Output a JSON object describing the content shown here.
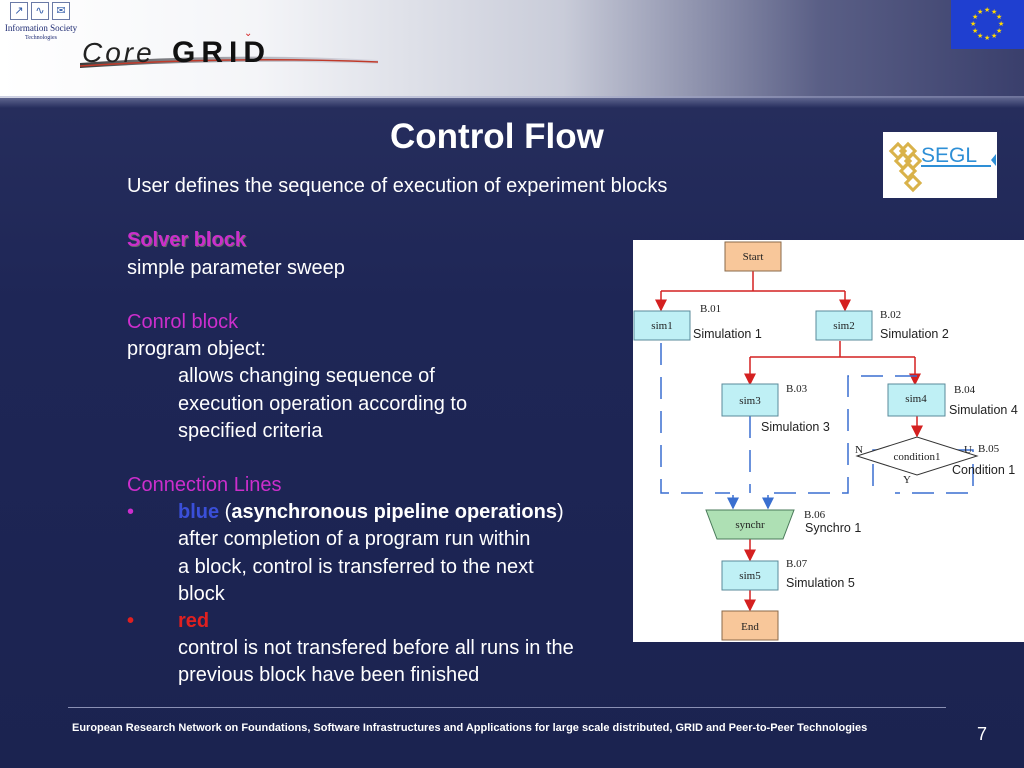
{
  "header": {
    "ist_logo_text": "Information Society",
    "ist_logo_sub": "Technologies",
    "coregrid_logo": "CoreGRID"
  },
  "slide": {
    "title": "Control Flow",
    "segl_logo": "SEGL",
    "intro": "User defines the sequence of execution of experiment blocks",
    "solver_heading": "Solver block",
    "solver_desc": "simple parameter sweep",
    "control_heading": "Conrol block",
    "control_desc": "program object:",
    "control_lines": [
      "allows changing sequence of",
      "execution operation according to",
      "specified criteria"
    ],
    "connection_heading": "Connection Lines",
    "bullet_char": "•",
    "blue_label": "blue",
    "blue_paren_open": " (",
    "blue_desc_bold": "asynchronous pipeline operations",
    "blue_paren_close": ")",
    "blue_lines": [
      "after completion of a program run within",
      "a block, control is transferred to the next",
      "block"
    ],
    "red_label": "red",
    "red_lines": [
      "control is not transfered before all runs in the",
      "previous block have been finished"
    ]
  },
  "diagram": {
    "start": "Start",
    "end": "End",
    "sim1": "sim1",
    "b01": "B.01",
    "sim1_label": "Simulation 1",
    "sim2": "sim2",
    "b02": "B.02",
    "sim2_label": "Simulation 2",
    "sim3": "sim3",
    "b03": "B.03",
    "sim3_label": "Simulation 3",
    "sim4": "sim4",
    "b04": "B.04",
    "sim4_label": "Simulation 4",
    "cond": "condition1",
    "b05": "B.05",
    "cond_label": "Condition 1",
    "cond_n": "N",
    "cond_u": "U",
    "cond_y": "Y",
    "synchr": "synchr",
    "b06": "B.06",
    "synchr_label": "Synchro 1",
    "sim5": "sim5",
    "b07": "B.07",
    "sim5_label": "Simulation 5"
  },
  "footer": {
    "text": "European Research Network on Foundations, Software Infrastructures and Applications for large scale distributed, GRID and Peer-to-Peer Technologies",
    "page_number": "7"
  },
  "colors": {
    "background": "#1e2656",
    "magenta": "#cc2ecc",
    "blue_line": "#3a6fd0",
    "red_line": "#d42020",
    "node_fill": "#bff0f5",
    "terminal_fill": "#f8c79a"
  }
}
